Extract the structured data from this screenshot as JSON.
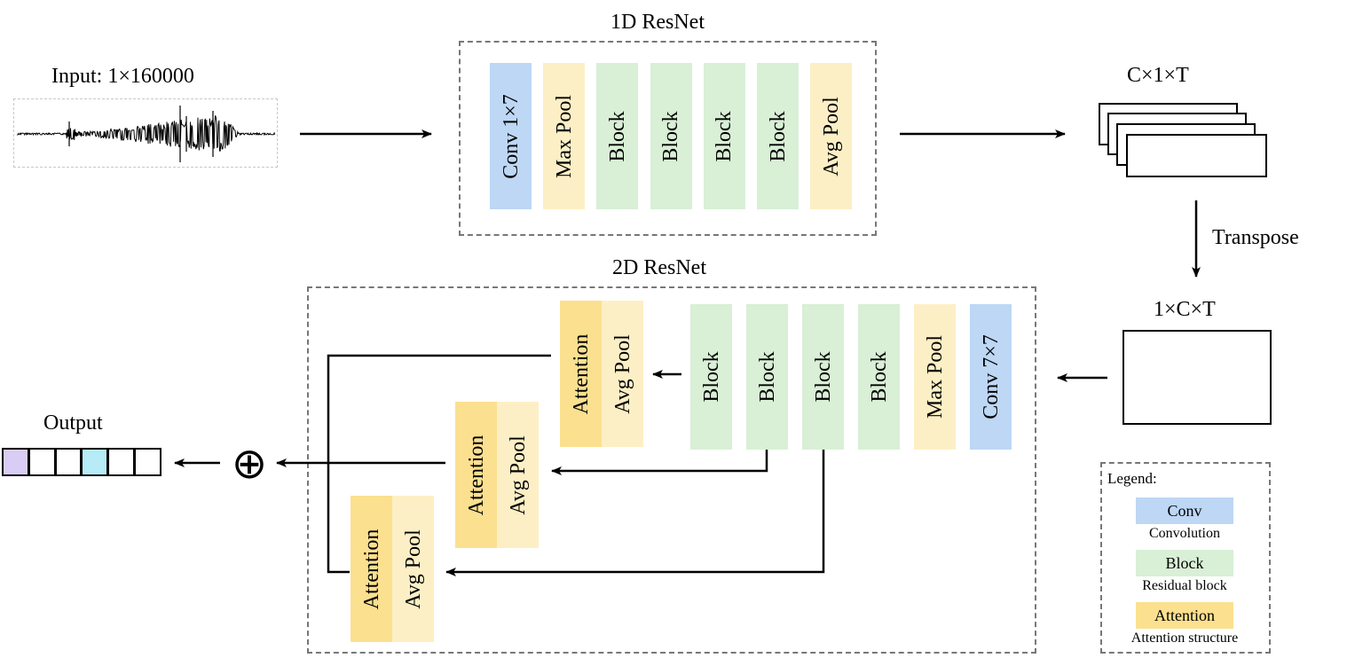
{
  "input": {
    "label": "Input: 1×160000"
  },
  "resnet1d": {
    "title": "1D ResNet",
    "layers": [
      {
        "text": "Conv 1×7",
        "kind": "conv"
      },
      {
        "text": "Max Pool",
        "kind": "pool"
      },
      {
        "text": "Block",
        "kind": "block"
      },
      {
        "text": "Block",
        "kind": "block"
      },
      {
        "text": "Block",
        "kind": "block"
      },
      {
        "text": "Block",
        "kind": "block"
      },
      {
        "text": "Avg Pool",
        "kind": "pool"
      }
    ]
  },
  "feature_map_1": {
    "label": "C×1×T"
  },
  "transpose": {
    "label": "Transpose"
  },
  "feature_map_2": {
    "label": "1×C×T"
  },
  "resnet2d": {
    "title": "2D ResNet",
    "layers": [
      {
        "text": "Block",
        "kind": "block"
      },
      {
        "text": "Block",
        "kind": "block"
      },
      {
        "text": "Block",
        "kind": "block"
      },
      {
        "text": "Block",
        "kind": "block"
      },
      {
        "text": "Max Pool",
        "kind": "pool"
      },
      {
        "text": "Conv 7×7",
        "kind": "conv"
      }
    ],
    "heads": [
      {
        "attention": "Attention",
        "pool": "Avg Pool"
      },
      {
        "attention": "Attention",
        "pool": "Avg Pool"
      },
      {
        "attention": "Attention",
        "pool": "Avg Pool"
      }
    ]
  },
  "output": {
    "label": "Output",
    "cell_colors": [
      "#d9cdf5",
      "#ffffff",
      "#ffffff",
      "#b5ecf7",
      "#ffffff",
      "#ffffff"
    ]
  },
  "sum_symbol": "⊕",
  "legend": {
    "title": "Legend:",
    "items": [
      {
        "label": "Conv",
        "caption": "Convolution",
        "color": "#bdd7f5"
      },
      {
        "label": "Block",
        "caption": "Residual block",
        "color": "#d9efd6"
      },
      {
        "label": "Attention",
        "caption": "Attention structure",
        "color": "#fbe08f"
      }
    ]
  }
}
